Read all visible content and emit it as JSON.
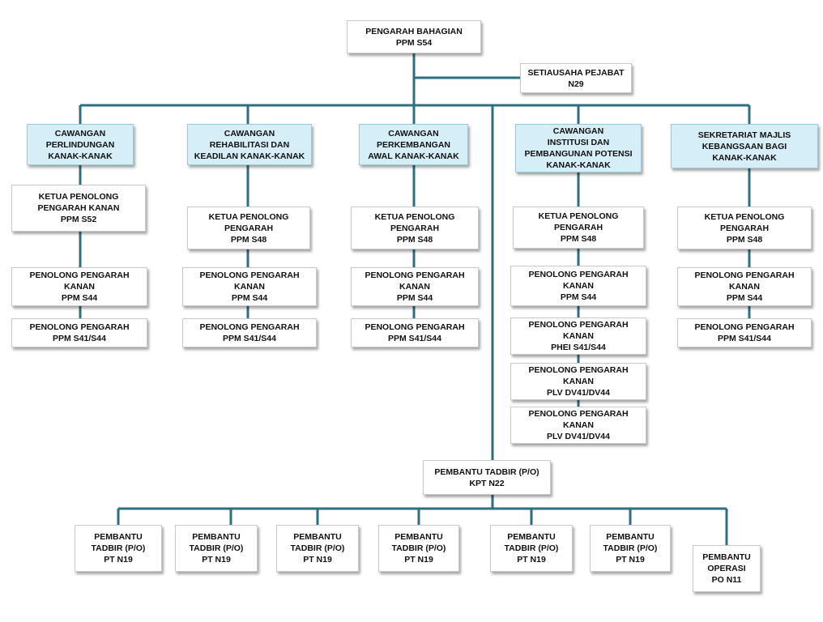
{
  "top": {
    "director": [
      "PENGARAH BAHAGIAN",
      "PPM S54"
    ],
    "secretary": [
      "SETIAUSAHA PEJABAT",
      "N29"
    ]
  },
  "branches": [
    {
      "head": [
        "CAWANGAN",
        "PERLINDUNGAN",
        "KANAK-KANAK"
      ],
      "staff": [
        [
          "KETUA PENOLONG",
          "PENGARAH KANAN",
          "PPM S52"
        ],
        [
          "PENOLONG PENGARAH",
          "KANAN",
          "PPM S44"
        ],
        [
          "PENOLONG PENGARAH",
          "PPM S41/S44"
        ]
      ]
    },
    {
      "head": [
        "CAWANGAN",
        "REHABILITASI DAN",
        "KEADILAN KANAK-KANAK"
      ],
      "staff": [
        [
          "KETUA PENOLONG",
          "PENGARAH",
          "PPM S48"
        ],
        [
          "PENOLONG PENGARAH",
          "KANAN",
          "PPM S44"
        ],
        [
          "PENOLONG PENGARAH",
          "PPM S41/S44"
        ]
      ]
    },
    {
      "head": [
        "CAWANGAN",
        "PERKEMBANGAN",
        "AWAL KANAK-KANAK"
      ],
      "staff": [
        [
          "KETUA PENOLONG",
          "PENGARAH",
          "PPM S48"
        ],
        [
          "PENOLONG PENGARAH",
          "KANAN",
          "PPM S44"
        ],
        [
          "PENOLONG PENGARAH",
          "PPM S41/S44"
        ]
      ]
    },
    {
      "head": [
        "CAWANGAN",
        "INSTITUSI DAN",
        "PEMBANGUNAN POTENSI",
        "KANAK-KANAK"
      ],
      "staff": [
        [
          "KETUA PENOLONG",
          "PENGARAH",
          "PPM S48"
        ],
        [
          "PENOLONG PENGARAH",
          "KANAN",
          "PPM S44"
        ],
        [
          "PENOLONG PENGARAH",
          "KANAN",
          "PHEI S41/S44"
        ],
        [
          "PENOLONG PENGARAH",
          "KANAN",
          "PLV DV41/DV44"
        ],
        [
          "PENOLONG PENGARAH",
          "KANAN",
          "PLV DV41/DV44"
        ]
      ]
    },
    {
      "head": [
        "SEKRETARIAT MAJLIS",
        "KEBANGSAAN BAGI",
        "KANAK-KANAK"
      ],
      "staff": [
        [
          "KETUA PENOLONG",
          "PENGARAH",
          "PPM S48"
        ],
        [
          "PENOLONG PENGARAH",
          "KANAN",
          "PPM S44"
        ],
        [
          "PENOLONG PENGARAH",
          "PPM S41/S44"
        ]
      ]
    }
  ],
  "admin": {
    "head": [
      "PEMBANTU TADBIR (P/O)",
      "KPT N22"
    ],
    "staff": [
      [
        "PEMBANTU",
        "TADBIR (P/O)",
        "PT N19"
      ],
      [
        "PEMBANTU",
        "TADBIR (P/O)",
        "PT N19"
      ],
      [
        "PEMBANTU",
        "TADBIR (P/O)",
        "PT N19"
      ],
      [
        "PEMBANTU",
        "TADBIR (P/O)",
        "PT N19"
      ],
      [
        "PEMBANTU",
        "TADBIR (P/O)",
        "PT N19"
      ],
      [
        "PEMBANTU",
        "TADBIR (P/O)",
        "PT N19"
      ],
      [
        "PEMBANTU",
        "OPERASI",
        "PO N11"
      ]
    ]
  },
  "colors": {
    "connector": "#2e6e80",
    "head_fill": "#d6eef7",
    "box_border": "#c9c9c9"
  }
}
